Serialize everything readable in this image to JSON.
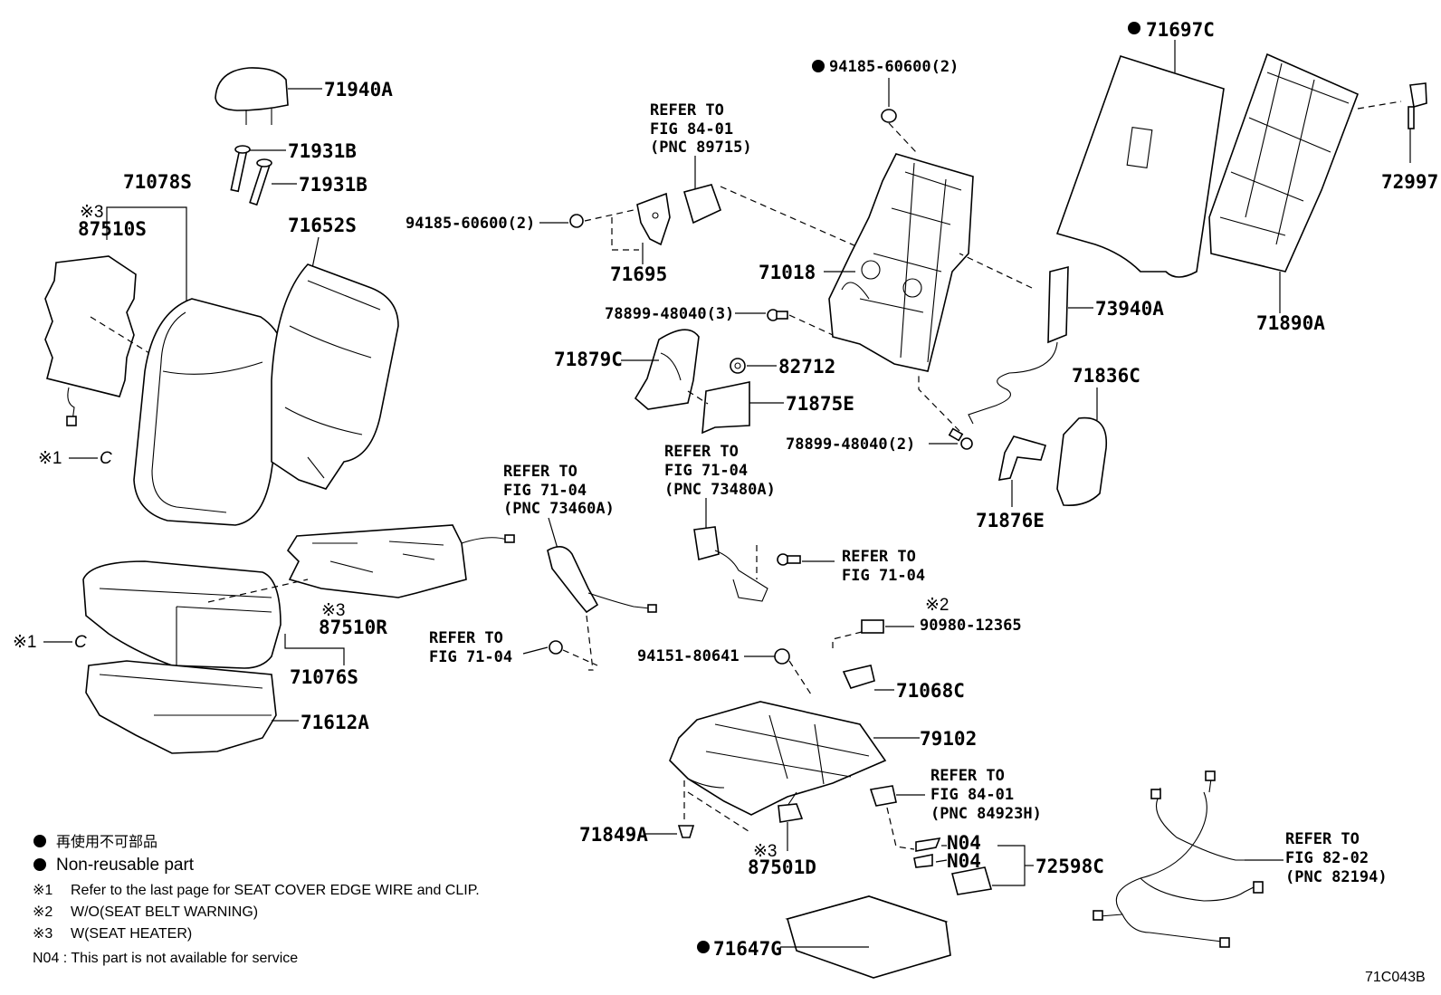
{
  "parts": {
    "p71940A": "71940A",
    "p71931B_1": "71931B",
    "p71931B_2": "71931B",
    "p71078S": "71078S",
    "p87510S": "87510S",
    "p71652S": "71652S",
    "p71695": "71695",
    "p71018": "71018",
    "p71879C": "71879C",
    "p82712": "82712",
    "p71875E": "71875E",
    "p73940A": "73940A",
    "p71697C": "71697C",
    "p71890A": "71890A",
    "p72997": "72997",
    "p71836C": "71836C",
    "p71876E": "71876E",
    "p87510R": "87510R",
    "p71076S": "71076S",
    "p71612A": "71612A",
    "p71068C": "71068C",
    "p79102": "79102",
    "p71849A": "71849A",
    "p87501D": "87501D",
    "p72598C": "72598C",
    "p71647G": "71647G",
    "n04_1": "N04",
    "n04_2": "N04",
    "f94185_top": "94185-60600(2)",
    "f94185_left": "94185-60600(2)",
    "f78899_a": "78899-48040(3)",
    "f78899_b": "78899-48040(2)",
    "f94151": "94151-80641",
    "f90980": "90980-12365"
  },
  "marks": {
    "x3_87510S": "※3",
    "x3_87510R": "※3",
    "x3_87501D": "※3",
    "x2_90980": "※2",
    "x1_back": "※1",
    "x1_cushion": "※1",
    "c_back": "C",
    "c_cushion": "C"
  },
  "refs": {
    "r1": {
      "line1": "REFER TO",
      "line2": "FIG 84-01",
      "line3": "(PNC 89715)"
    },
    "r2": {
      "line1": "REFER TO",
      "line2": "FIG 71-04",
      "line3": "(PNC 73460A)"
    },
    "r3": {
      "line1": "REFER TO",
      "line2": "FIG 71-04",
      "line3": "(PNC 73480A)"
    },
    "r4": {
      "line1": "REFER TO",
      "line2": "FIG 71-04"
    },
    "r5": {
      "line1": "REFER TO",
      "line2": "FIG 71-04"
    },
    "r6": {
      "line1": "REFER TO",
      "line2": "FIG 84-01",
      "line3": "(PNC 84923H)"
    },
    "r7": {
      "line1": "REFER TO",
      "line2": "FIG 82-02",
      "line3": "(PNC 82194)"
    }
  },
  "legend": {
    "jp": "再使用不可部品",
    "en": "Non-reusable part",
    "note1_mark": "※1",
    "note1": "Refer to the last page for SEAT COVER EDGE WIRE and CLIP.",
    "note2_mark": "※2",
    "note2": "W/O(SEAT BELT WARNING)",
    "note3_mark": "※3",
    "note3": "W(SEAT HEATER)",
    "n04": "N04 : This part is not available for service"
  },
  "figure_id": "71C043B"
}
